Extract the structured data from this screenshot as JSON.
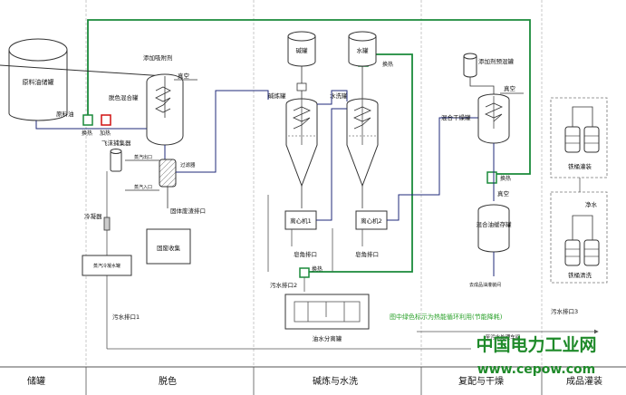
{
  "sections": [
    "储罐",
    "脱色",
    "碱炼与水洗",
    "复配与干燥",
    "成品灌装"
  ],
  "equipment": {
    "raw_tank": "原料油储罐",
    "raw_oil": "原料油",
    "heat_exchange": "换热",
    "heating": "加热",
    "adsorbent": "添加吸附剂",
    "decolor_tank": "脱色混合罐",
    "vacuum": "真空",
    "foam_catcher": "飞沫捕集器",
    "steam_out": "蒸汽出口",
    "steam_in": "蒸汽入口",
    "filter": "过滤器",
    "solid_waste_outlet": "固体废渣排口",
    "solid_waste_collect": "固废收集",
    "condenser": "冷凝器",
    "condensate_tank": "蒸汽冷凝水罐",
    "sewage_outlet_1": "污水排口1",
    "alkali_tank": "碱罐",
    "water_tank": "水罐",
    "alkali_refine_tank": "碱炼罐",
    "water_wash_tank": "水洗罐",
    "centrifuge_1": "离心机1",
    "centrifuge_2": "离心机2",
    "soapstock_outlet": "皂角排口",
    "sewage_outlet_2": "污水排口2",
    "oil_water_separator": "油水分离罐",
    "additive_premix_tank": "添加剂预混罐",
    "mix_dry_tank": "混合干燥罐",
    "blend_oil_tank": "混合油缓存罐",
    "to_product_line": "去成品油灌装间",
    "iron_drum_filling": "铁桶灌装",
    "clean_water": "净水",
    "iron_drum_cleaning": "铁桶清洗",
    "sewage_outlet_3": "污水排口3",
    "to_treatment": "至污水处理车间"
  },
  "note": "图中绿色标示为热能循环利用(节能降耗)",
  "watermark": {
    "title": "中国电力工业网",
    "url": "www.cepow.com"
  },
  "colors": {
    "green": "#1a8a3a",
    "navy": "#1f2a7a",
    "red": "#d01010",
    "note_green": "#2aa12a",
    "watermark_green": "#1f8a2a"
  }
}
